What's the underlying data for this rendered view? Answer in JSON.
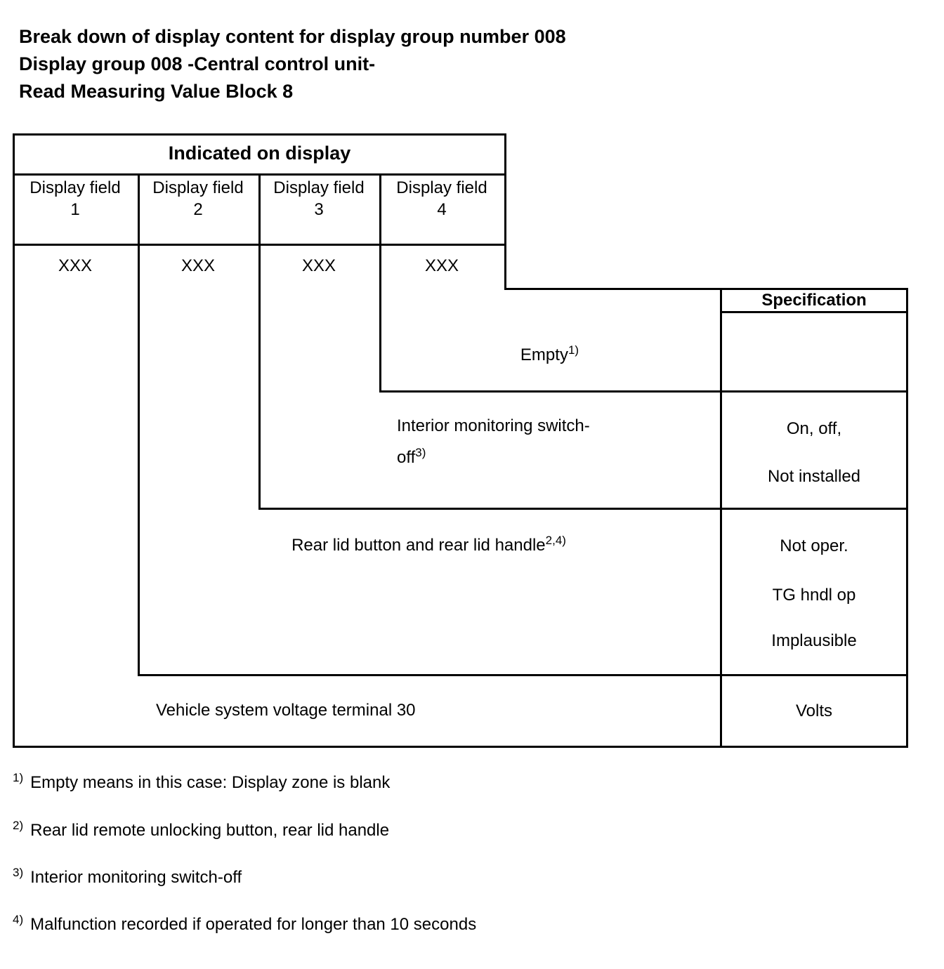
{
  "page": {
    "title_lines": [
      "Break down of display content for display group number 008",
      "Display group 008 -Central control unit-",
      "Read Measuring Value Block 8"
    ]
  },
  "table": {
    "header": "Indicated on display",
    "spec_header": "Specification",
    "columns": [
      {
        "label": "Display field",
        "number": "1",
        "value": "XXX"
      },
      {
        "label": "Display field",
        "number": "2",
        "value": "XXX"
      },
      {
        "label": "Display field",
        "number": "3",
        "value": "XXX"
      },
      {
        "label": "Display field",
        "number": "4",
        "value": "XXX"
      }
    ],
    "rows": [
      {
        "for_display_field": "4",
        "description": "Empty",
        "description_sup": "1)",
        "spec": []
      },
      {
        "for_display_field": "3",
        "description_line1": "Interior monitoring switch-",
        "description_line2": "off",
        "description_sup": "3)",
        "spec": [
          "On, off,",
          "Not installed"
        ]
      },
      {
        "for_display_field": "2",
        "description": "Rear lid button and rear lid handle",
        "description_sup": "2,4)",
        "spec": [
          "Not oper.",
          "TG hndl op",
          "Implausible"
        ]
      },
      {
        "for_display_field": "1",
        "description": "Vehicle system voltage terminal 30",
        "spec": [
          "Volts"
        ]
      }
    ]
  },
  "footnotes": [
    {
      "sup": "1)",
      "text": "Empty means in this case: Display zone is blank"
    },
    {
      "sup": "2)",
      "text": "Rear lid remote unlocking button, rear lid handle"
    },
    {
      "sup": "3)",
      "text": "Interior monitoring switch-off"
    },
    {
      "sup": "4)",
      "text": "Malfunction recorded if operated for longer than 10 seconds"
    }
  ]
}
